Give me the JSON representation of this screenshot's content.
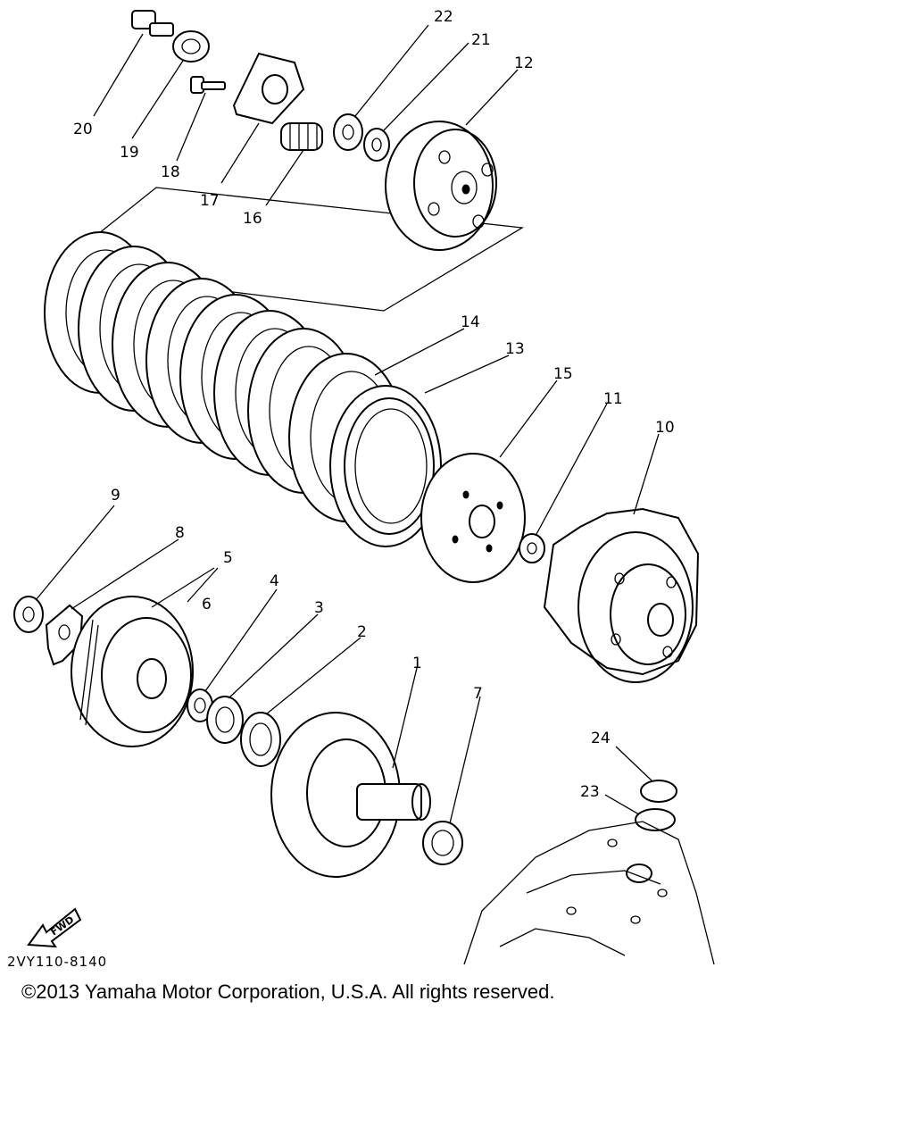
{
  "diagram": {
    "callouts": [
      "1",
      "2",
      "3",
      "4",
      "5",
      "6",
      "7",
      "8",
      "9",
      "10",
      "11",
      "12",
      "13",
      "14",
      "15",
      "16",
      "17",
      "18",
      "19",
      "20",
      "21",
      "22",
      "23",
      "24"
    ],
    "fwd_label": "FWD",
    "code": "2VY110-8140"
  },
  "footer": {
    "copyright": "©2013 Yamaha Motor Corporation, U.S.A. All rights reserved."
  }
}
